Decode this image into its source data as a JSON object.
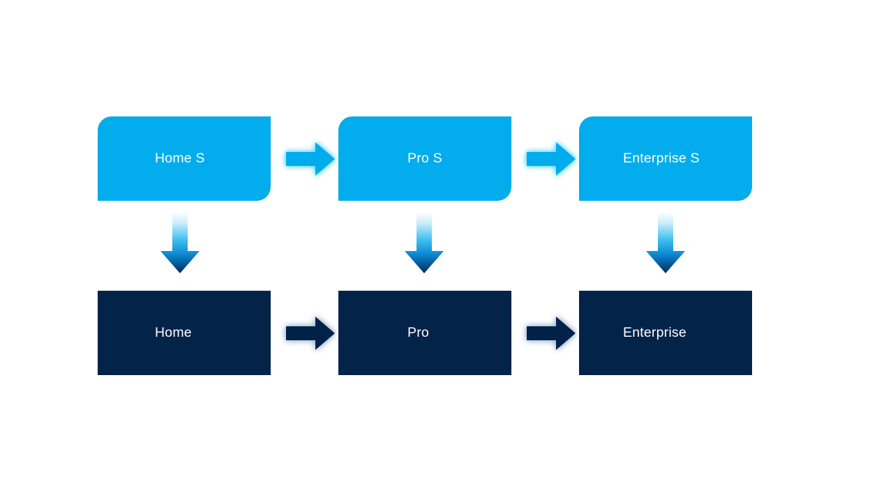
{
  "diagram": {
    "title": "Product tier progression diagram",
    "background_color": "#ffffff",
    "colors": {
      "accent_blue": "#03ACEC",
      "navy": "#042349",
      "label_text": "#ffffff",
      "gradient_top": "#ffffff",
      "gradient_mid": "#0FA8E8",
      "gradient_bottom": "#062a5e"
    },
    "top_row": {
      "style": "rounded-diagonal",
      "nodes": [
        {
          "id": "home-s",
          "label": "Home S"
        },
        {
          "id": "pro-s",
          "label": "Pro S"
        },
        {
          "id": "enterprise-s",
          "label": "Enterprise S"
        }
      ],
      "connectors": [
        {
          "id": "top-arrow-1",
          "icon": "arrow-right-icon",
          "from": "home-s",
          "to": "pro-s",
          "color": "#03ACEC"
        },
        {
          "id": "top-arrow-2",
          "icon": "arrow-right-icon",
          "from": "pro-s",
          "to": "enterprise-s",
          "color": "#03ACEC"
        }
      ]
    },
    "bottom_row": {
      "style": "square",
      "nodes": [
        {
          "id": "home",
          "label": "Home"
        },
        {
          "id": "pro",
          "label": "Pro"
        },
        {
          "id": "enterprise",
          "label": "Enterprise"
        }
      ],
      "connectors": [
        {
          "id": "bottom-arrow-1",
          "icon": "arrow-right-icon",
          "from": "home",
          "to": "pro",
          "color": "#042349"
        },
        {
          "id": "bottom-arrow-2",
          "icon": "arrow-right-icon",
          "from": "pro",
          "to": "enterprise",
          "color": "#042349"
        }
      ]
    },
    "vertical_connectors": [
      {
        "id": "down-arrow-1",
        "icon": "arrow-down-icon",
        "from": "home-s",
        "to": "home",
        "fill": "gradient-white-to-navy"
      },
      {
        "id": "down-arrow-2",
        "icon": "arrow-down-icon",
        "from": "pro-s",
        "to": "pro",
        "fill": "gradient-white-to-navy"
      },
      {
        "id": "down-arrow-3",
        "icon": "arrow-down-icon",
        "from": "enterprise-s",
        "to": "enterprise",
        "fill": "gradient-white-to-navy"
      }
    ]
  }
}
